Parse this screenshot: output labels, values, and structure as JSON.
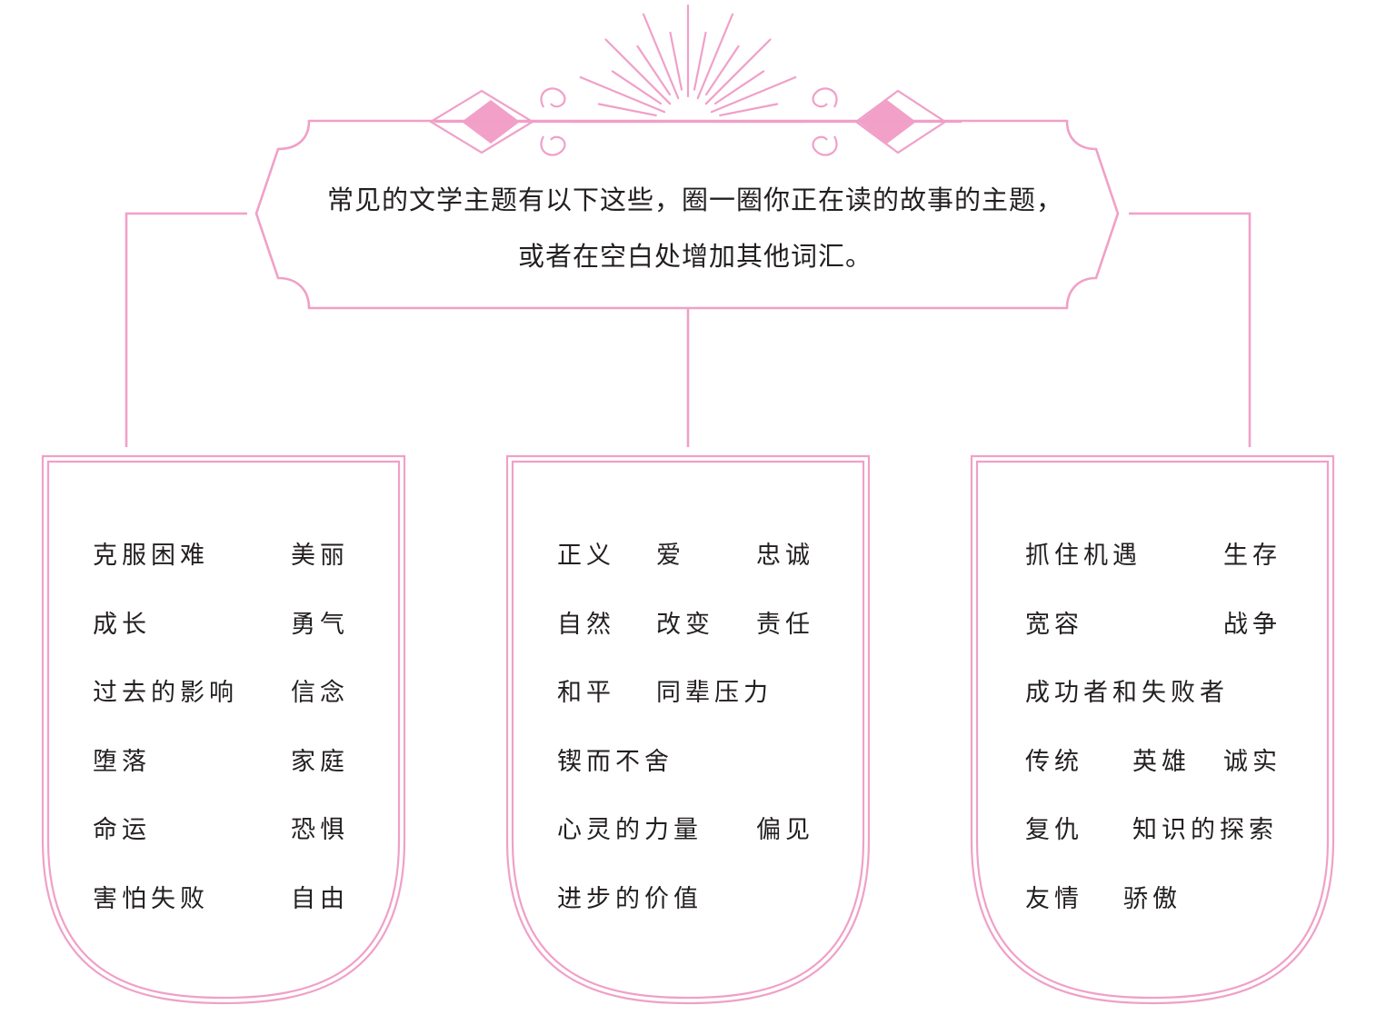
{
  "theme": {
    "accent": "#f0a0c8",
    "accent_fill": "#f2a0c8",
    "text": "#231f20"
  },
  "header": {
    "line1": "常见的文学主题有以下这些，圈一圈你正在读的故事的主题，",
    "line2": "或者在空白处增加其他词汇。"
  },
  "panels": [
    {
      "rows": [
        [
          "克服困难",
          "美丽"
        ],
        [
          "成长",
          "勇气"
        ],
        [
          "过去的影响",
          "信念"
        ],
        [
          "堕落",
          "家庭"
        ],
        [
          "命运",
          "恐惧"
        ],
        [
          "害怕失败",
          "自由"
        ]
      ]
    },
    {
      "rows": [
        [
          "正义",
          "爱",
          "忠诚"
        ],
        [
          "自然",
          "改变",
          "责任"
        ],
        [
          "和平",
          "同辈压力"
        ],
        [
          "锲而不舍"
        ],
        [
          "心灵的力量",
          "偏见"
        ],
        [
          "进步的价值"
        ]
      ]
    },
    {
      "rows": [
        [
          "抓住机遇",
          "生存"
        ],
        [
          "宽容",
          "战争"
        ],
        [
          "成功者和失败者"
        ],
        [
          "传统",
          "英雄",
          "诚实"
        ],
        [
          "复仇",
          "知识的探索"
        ],
        [
          "友情",
          "骄傲"
        ]
      ]
    }
  ]
}
